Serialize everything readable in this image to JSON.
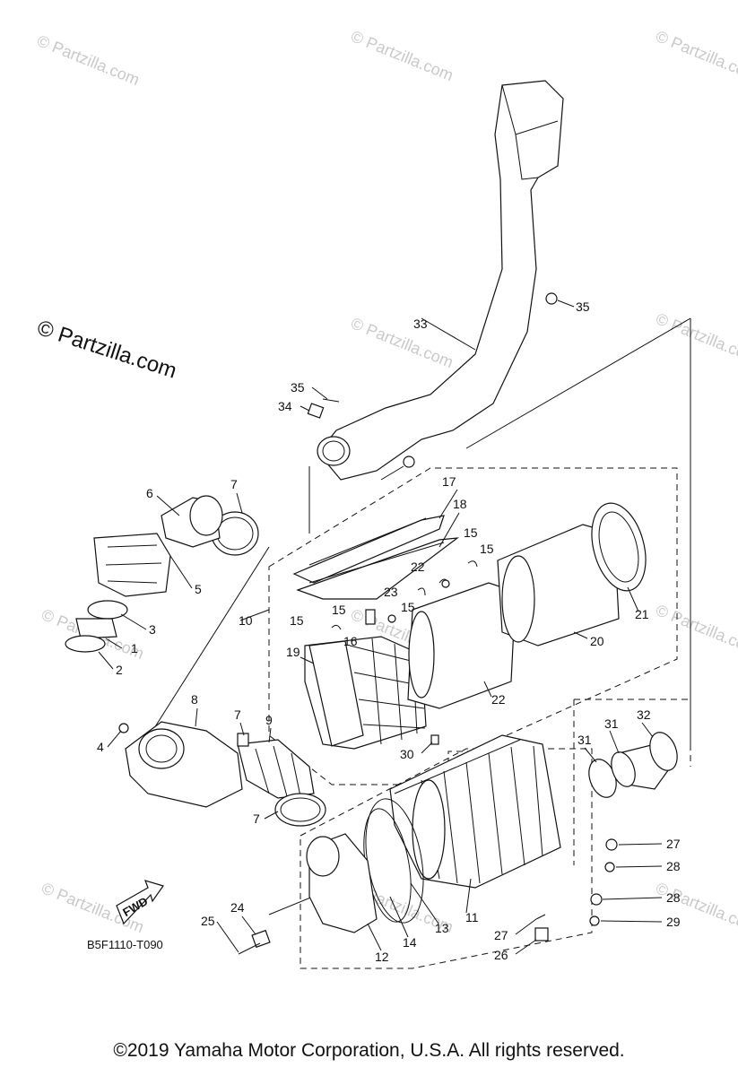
{
  "diagram": {
    "code": "B5F1110-T090",
    "fwd_label": "FWD",
    "watermark_main": "© Partzilla.com",
    "watermark_repeat": "© Partzilla.com",
    "callouts": [
      "1",
      "2",
      "3",
      "4",
      "5",
      "6",
      "7",
      "7",
      "7",
      "8",
      "9",
      "10",
      "11",
      "12",
      "13",
      "14",
      "15",
      "15",
      "15",
      "15",
      "15",
      "16",
      "17",
      "18",
      "19",
      "20",
      "21",
      "22",
      "22",
      "23",
      "24",
      "25",
      "26",
      "27",
      "27",
      "28",
      "28",
      "29",
      "30",
      "31",
      "31",
      "32",
      "33",
      "34",
      "35",
      "35"
    ]
  },
  "footer": {
    "copyright": "©2019 Yamaha Motor Corporation, U.S.A. All rights reserved."
  }
}
